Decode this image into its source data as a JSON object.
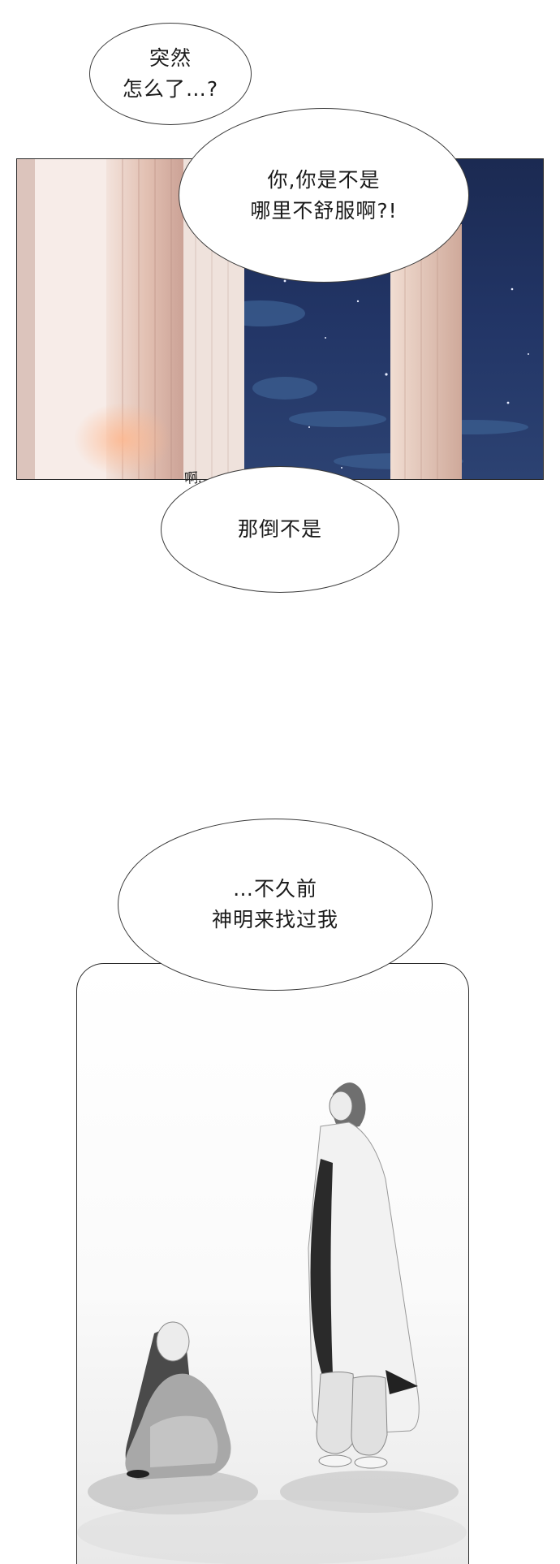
{
  "bubbles": {
    "b1": "突然\n怎么了…?",
    "b2": "你,你是不是\n哪里不舒服啊?!",
    "b3": "那倒不是",
    "b4": "…不久前\n神明来找过我"
  },
  "sfx": "啊…",
  "colors": {
    "sky": "#1f3060",
    "pillar": "#e9cbbf",
    "ink": "#2a2a2a"
  }
}
